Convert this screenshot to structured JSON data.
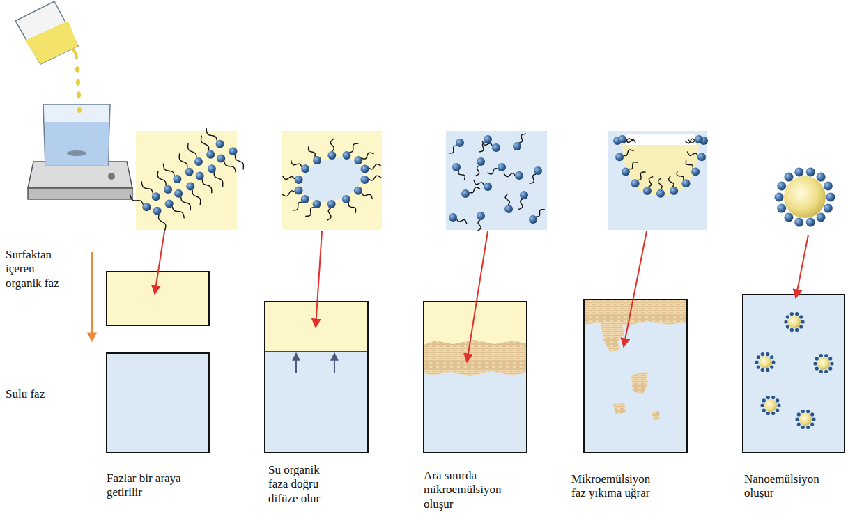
{
  "diagram": {
    "labels": [
      "Surfaktan içeren organik faz",
      "Sulu faz",
      "Fazlar bir araya getirilir",
      "Su organik faza doğru difüze olur",
      "Ara sınırda mikroemülsiyon oluşur",
      "Mikroemülsiyon faz yıkıma uğrar",
      "Nanoemülsiyon oluşur"
    ]
  }
}
